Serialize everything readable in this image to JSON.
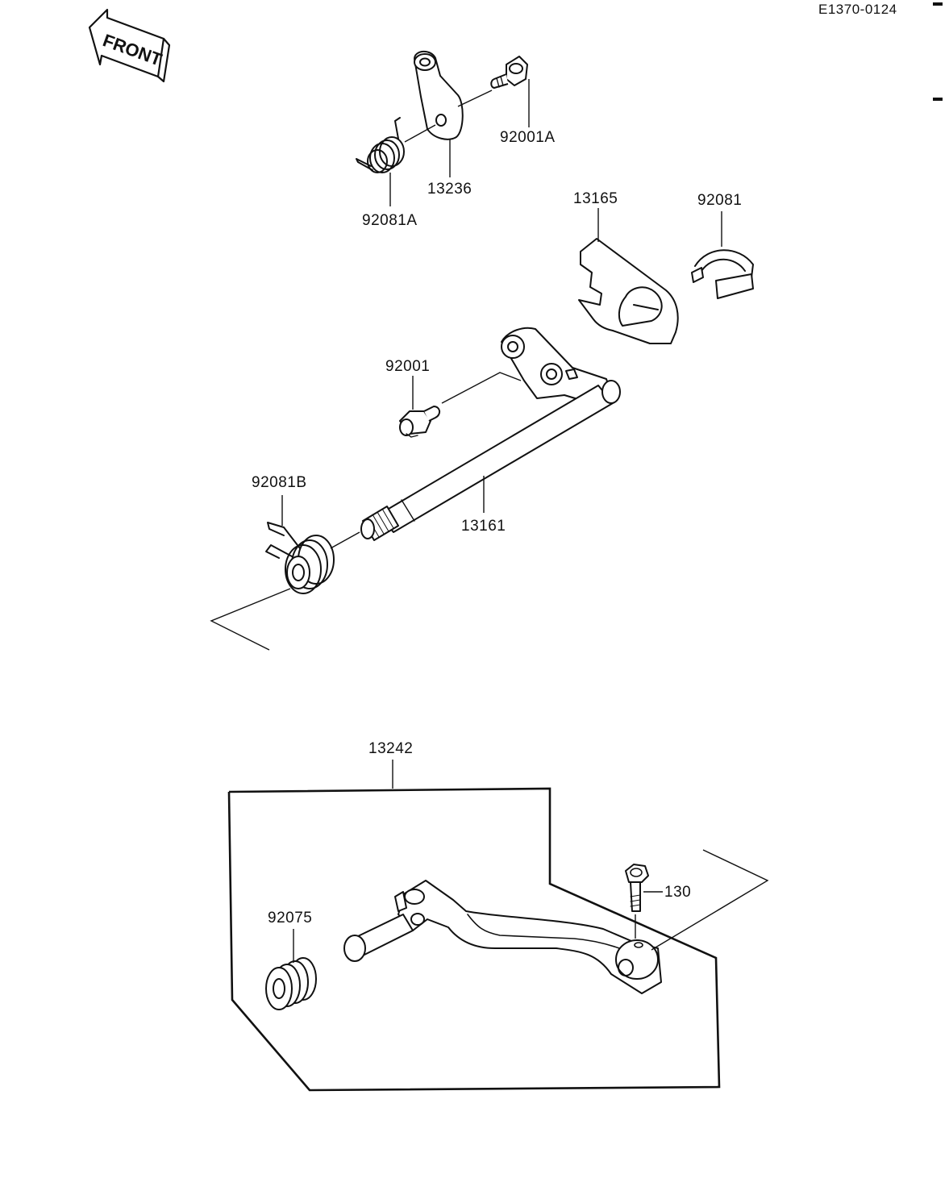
{
  "document_code": "E1370-0124",
  "front_arrow": {
    "text": "FRONT",
    "icon": "front-arrow-icon"
  },
  "parts": {
    "p92001A": "92001A",
    "p13236": "13236",
    "p92081A": "92081A",
    "p13165": "13165",
    "p92081": "92081",
    "p92001": "92001",
    "p92081B": "92081B",
    "p13161": "13161",
    "p13242": "13242",
    "p130": "130",
    "p92075": "92075"
  },
  "colors": {
    "ink": "#111111",
    "paper": "#ffffff"
  }
}
